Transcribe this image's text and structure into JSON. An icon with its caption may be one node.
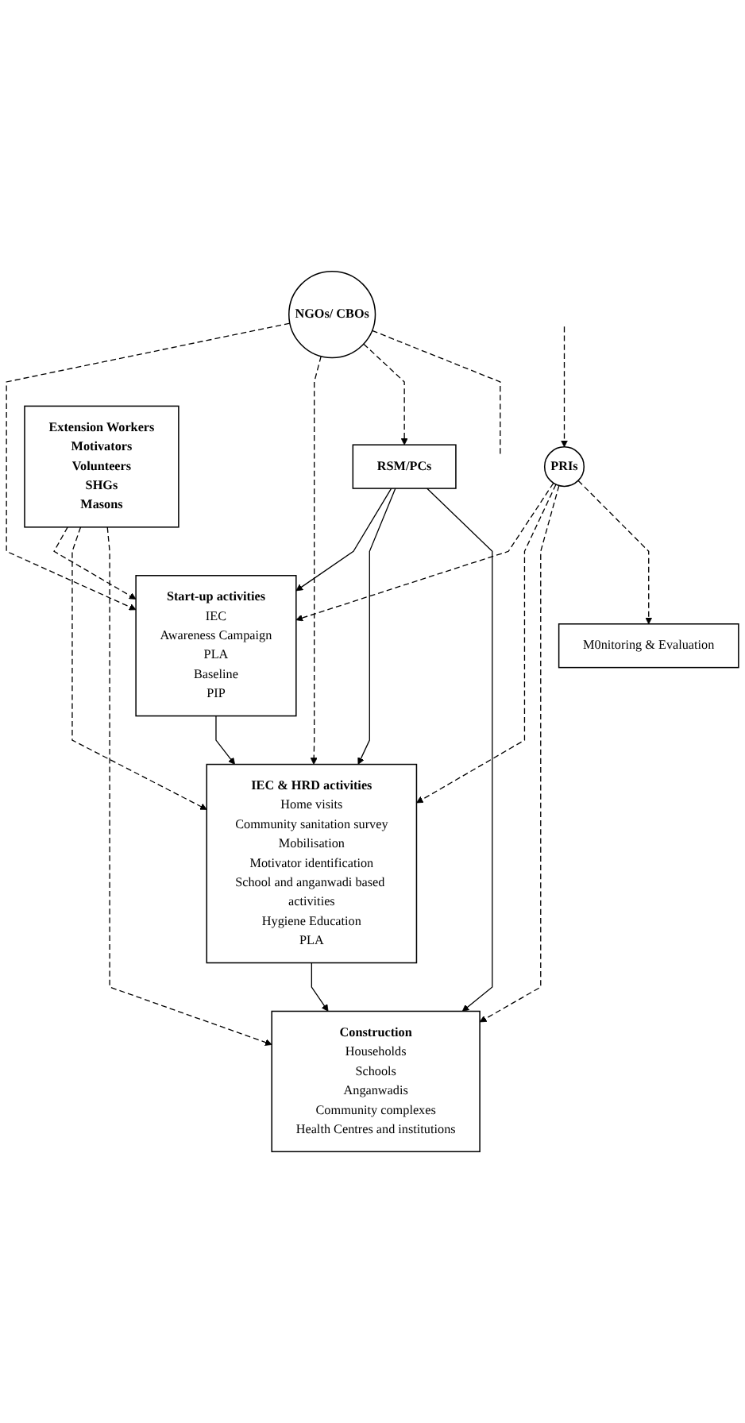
{
  "diagram": {
    "nodes": [
      {
        "text": [
          "Start-up activities",
          "IEC",
          "Awareness Campaign",
          "PLA",
          "Baseline",
          "PIP"
        ]
      },
      {
        "text": [
          "IEC & HRD activities",
          "Home visits",
          "Community sanitation survey",
          "Mobilisation",
          "Motivator identification",
          "School and anganwadi based activities",
          "Hygiene Education",
          "PLA"
        ]
      },
      {
        "text": [
          "Construction",
          "Households",
          "Schools",
          "Anganwadis",
          "Community complexes",
          "Health Centres and institutions"
        ]
      },
      {
        "text": [
          "M0nitoring & Evaluation"
        ]
      },
      {
        "text": [
          "NGOs/ CBOs"
        ]
      },
      {
        "text": [
          "RSM/PCs"
        ]
      },
      {
        "text": [
          "Extension Workers",
          "Motivators",
          "Volunteers",
          "SHGs",
          "Masons"
        ]
      },
      {
        "text": [
          "PRIs"
        ]
      }
    ],
    "edges": [
      {
        "from": 0,
        "to": 1,
        "arrow": "to"
      },
      {
        "from": 1,
        "to": 2,
        "arrow": "to"
      },
      {
        "from": 4,
        "to": 0,
        "arrow": "to",
        "style": "dashed"
      },
      {
        "from": 4,
        "to": 1,
        "arrow": "to",
        "style": "dashed"
      },
      {
        "from": 4,
        "to": 5,
        "arrow": "to",
        "style": "dashed"
      },
      {
        "from": 4,
        "to": null,
        "arrow": "none",
        "style": "dashed"
      },
      {
        "from": 5,
        "to": 0,
        "arrow": "to"
      },
      {
        "from": 5,
        "to": 1,
        "arrow": "to"
      },
      {
        "from": 5,
        "to": 2,
        "arrow": "to"
      },
      {
        "from": 6,
        "to": 0,
        "arrow": "to",
        "style": "dashed"
      },
      {
        "from": 6,
        "to": 1,
        "arrow": "to",
        "style": "dashed"
      },
      {
        "from": 6,
        "to": 2,
        "arrow": "to",
        "style": "dashed"
      },
      {
        "from": 7,
        "to": 0,
        "arrow": "to",
        "style": "dashed"
      },
      {
        "from": 7,
        "to": 1,
        "arrow": "to",
        "style": "dashed"
      },
      {
        "from": 7,
        "to": 2,
        "arrow": "to",
        "style": "dashed"
      },
      {
        "from": 7,
        "to": 3,
        "arrow": "to",
        "style": "dashed"
      },
      {
        "from": null,
        "to": 7,
        "arrow": "to",
        "style": "dashed"
      }
    ]
  }
}
